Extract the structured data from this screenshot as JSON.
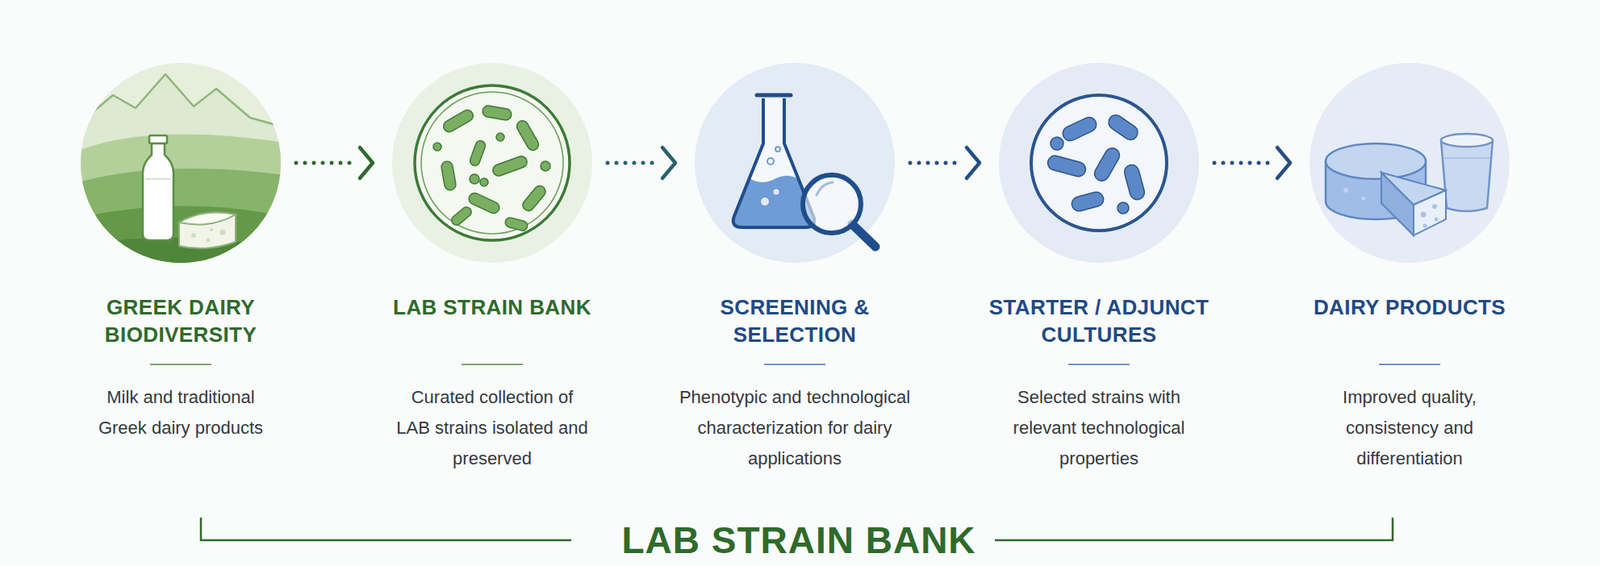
{
  "diagram": {
    "nodes": [
      {
        "text": [
          "GREEK DAIRY BIODIVERSITY",
          "Milk and traditional Greek dairy products"
        ]
      },
      {
        "text": [
          "LAB STRAIN BANK",
          "Curated collection of LAB strains isolated and preserved"
        ]
      },
      {
        "text": [
          "SCREENING & SELECTION",
          "Phenotypic and technological characterization for dairy applications"
        ]
      },
      {
        "text": [
          "STARTER / ADJUNCT CULTURES",
          "Selected strains with relevant technological properties"
        ]
      },
      {
        "text": [
          "DAIRY PRODUCTS",
          "Improved quality, consistency and differentiation"
        ]
      }
    ],
    "edges": [
      {
        "from": 0,
        "to": 1,
        "arrow": "to"
      },
      {
        "from": 1,
        "to": 2,
        "arrow": "to"
      },
      {
        "from": 2,
        "to": 3,
        "arrow": "to"
      },
      {
        "from": 3,
        "to": 4,
        "arrow": "to"
      }
    ],
    "labels": [
      "LAB STRAIN BANK"
    ]
  }
}
